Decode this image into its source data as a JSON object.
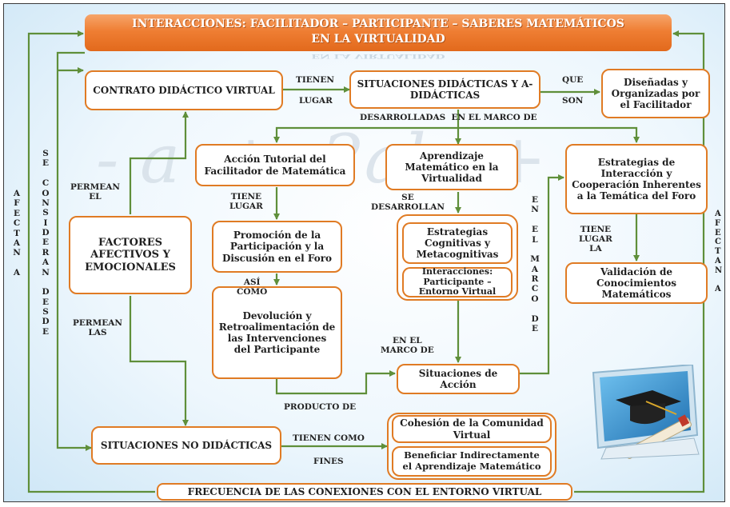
{
  "title": {
    "line1": "INTERACCIONES: FACILITADOR – PARTICIPANTE – SABERES MATEMÁTICOS",
    "line2": "EN LA VIRTUALIDAD",
    "mirror": "EN LA VIRTUALIDAD"
  },
  "background": {
    "formula": "- a  +  2ab  +"
  },
  "nodes": {
    "contrato": "CONTRATO DIDÁCTICO VIRTUAL",
    "situaciones_didacticas": "SITUACIONES DIDÁCTICAS Y A-DIDÁCTICAS",
    "disenadas": "Diseñadas y Organizadas por el Facilitador",
    "accion_tutorial": "Acción Tutorial del Facilitador de Matemática",
    "aprendizaje": "Aprendizaje Matemático en la Virtualidad",
    "estrategias_interaccion": "Estrategias de Interacción y Cooperación Inherentes a la Temática del Foro",
    "factores": "FACTORES AFECTIVOS Y EMOCIONALES",
    "promocion": "Promoción de la Participación y la Discusión en el Foro",
    "estrategias_cognitivas": "Estrategias Cognitivas y Metacognitivas",
    "interacciones": "Interacciones: Participante – Entorno Virtual",
    "validacion": "Validación de Conocimientos Matemáticos",
    "devolucion": "Devolución y Retroalimentación de las Intervenciones del Participante",
    "situaciones_accion": "Situaciones de Acción",
    "no_didacticas": "SITUACIONES NO DIDÁCTICAS",
    "cohesion": "Cohesión de la Comunidad Virtual",
    "beneficiar": "Beneficiar Indirectamente el Aprendizaje Matemático",
    "frecuencia": "FRECUENCIA DE LAS CONEXIONES CON EL ENTORNO VIRTUAL"
  },
  "edge_labels": {
    "tienen": "TIENEN",
    "lugar": "LUGAR",
    "que": "QUE",
    "son": "SON",
    "desarrolladas": "DESARROLLADAS  EN EL MARCO DE",
    "permean_el": "PERMEAN\nEL",
    "tiene_lugar": "TIENE\nLUGAR",
    "se_desarrollan": "SE\nDESARROLLAN",
    "tiene_lugar_la": "TIENE\nLUGAR\nLA",
    "asi_como": "ASÍ\nCOMO",
    "permean_las": "PERMEAN\nLAS",
    "en_el_marco_de": "EN EL\nMARCO DE",
    "producto_de": "PRODUCTO DE",
    "tienen_como": "TIENEN COMO",
    "fines": "FINES"
  },
  "vertical_labels": {
    "afectan_a": "A\nF\nE\nC\nT\nA\nN\n\nA",
    "se_consideran_desde": "S\nE\n\nC\nO\nN\nS\nI\nD\nE\nR\nA\nN\n\nD\nE\nS\nD\nE",
    "en_el_marco_de": "E\nN\n\nE\nL\n\nM\nA\nR\nC\nO\n\nD\nE",
    "right_cut": "A\nF\nE\nC\nT\nA\nN\n\nA"
  },
  "colors": {
    "accent": "#e07b24",
    "connector": "#5f8f3a",
    "banner_top": "#f6a56a",
    "banner_bottom": "#e2691c"
  }
}
